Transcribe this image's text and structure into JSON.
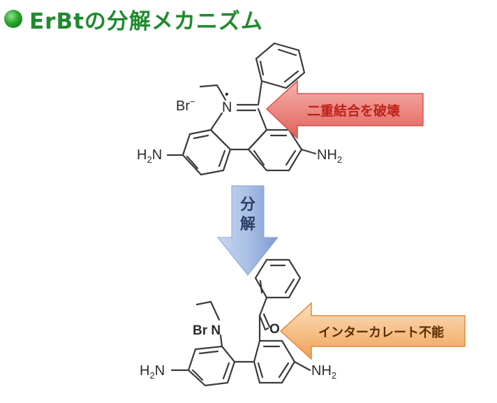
{
  "title": "ErBtの分解メカニズム",
  "colors": {
    "title": "#1f8a2e",
    "red_arrow": "#e77a75",
    "orange_arrow": "#f2b27a",
    "blue_arrow": "#9fb4dd"
  },
  "top_molecule": {
    "counter_ion": "Br",
    "counter_charge": "−",
    "ring_nitrogen": "N",
    "nitrogen_charge": "•",
    "left_amine": "H",
    "left_amine_sub": "2",
    "left_amine_n": "N",
    "right_amine": "NH",
    "right_amine_sub": "2"
  },
  "red_callout": {
    "label": "二重結合を破壊"
  },
  "down_arrow": {
    "label_line1": "分",
    "label_line2": "解"
  },
  "bottom_molecule": {
    "br_nitrogen": "Br N",
    "oxygen": "O",
    "left_amine": "H",
    "left_amine_sub": "2",
    "left_amine_n": "N",
    "right_amine": "NH",
    "right_amine_sub": "2"
  },
  "orange_callout": {
    "label": "インターカレート不能"
  }
}
